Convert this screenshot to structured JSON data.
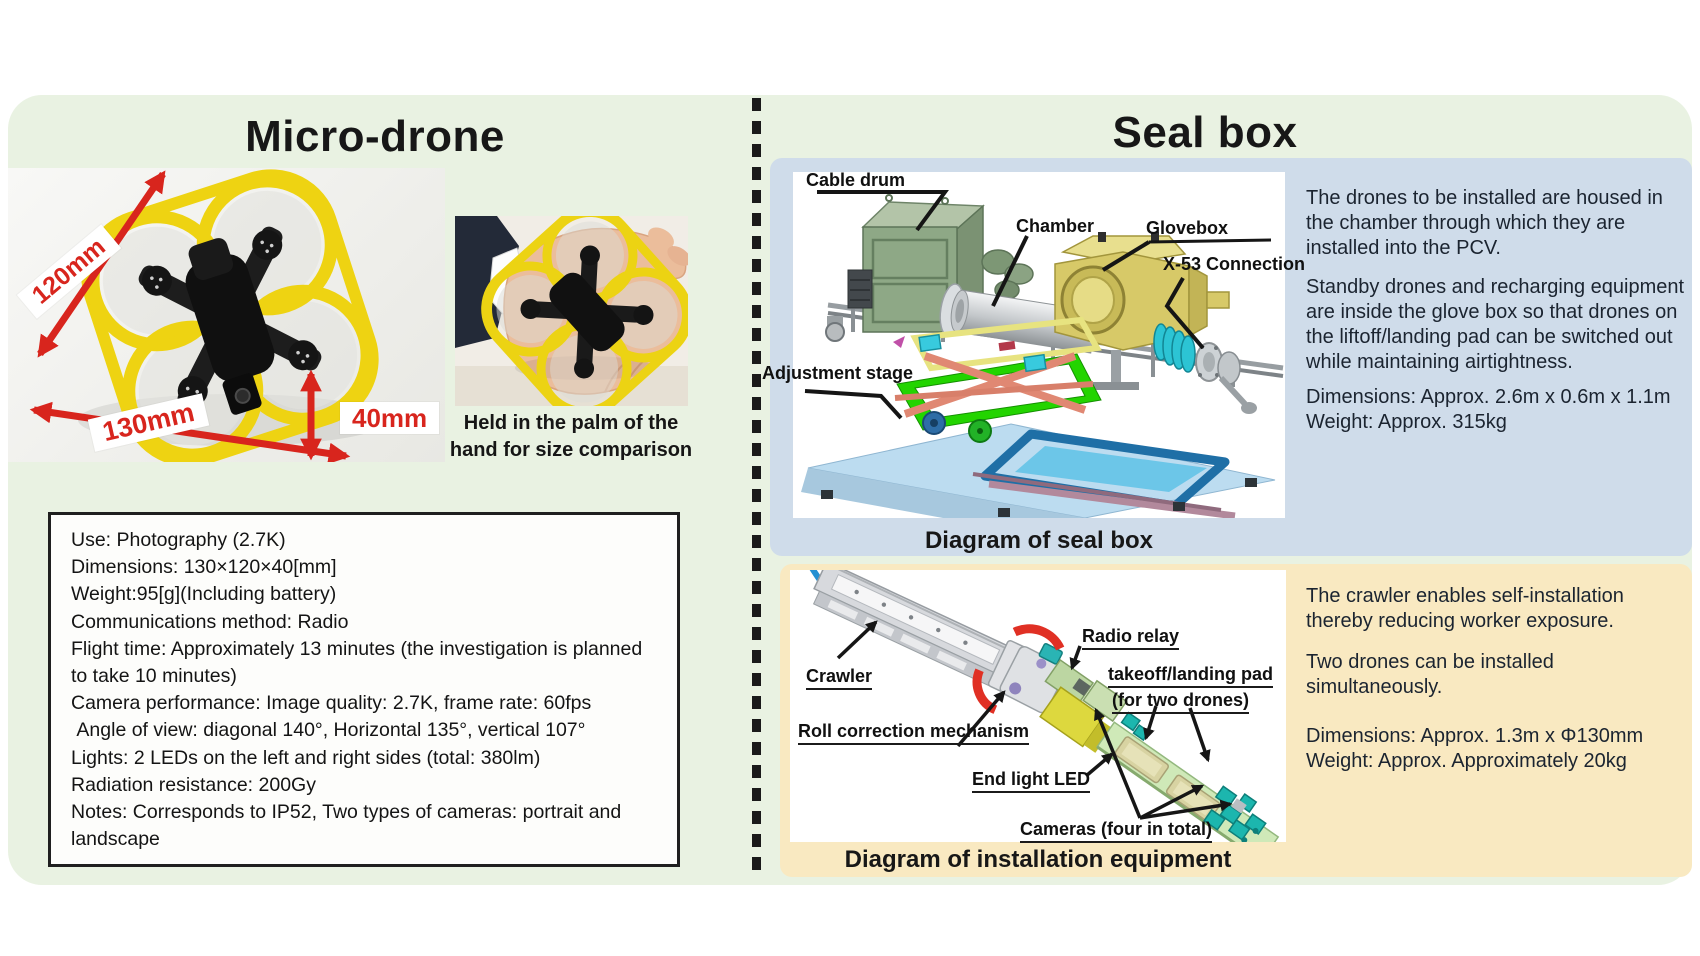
{
  "micro_drone": {
    "title": "Micro-drone",
    "dim_width_label": "120mm",
    "dim_length_label": "130mm",
    "dim_height_label": "40mm",
    "palm_caption_line1": "Held in the palm of the",
    "palm_caption_line2": "hand for size comparison",
    "specs": [
      "Use: Photography (2.7K)",
      "Dimensions: 130×120×40[mm]",
      "Weight:95[g](Including battery)",
      "Communications method: Radio",
      "Flight time: Approximately 13 minutes (the investigation is planned to take 10 minutes)",
      "Camera performance: Image quality: 2.7K, frame rate: 60fps",
      " Angle of view: diagonal 140°, Horizontal 135°, vertical 107°",
      "Lights: 2 LEDs on the left and right sides (total: 380lm)",
      "Radiation resistance: 200Gy",
      "Notes: Corresponds to IP52, Two types of cameras: portrait and landscape"
    ]
  },
  "seal_box": {
    "title": "Seal box",
    "labels": {
      "cable_drum": "Cable drum",
      "chamber": "Chamber",
      "glovebox": "Glovebox",
      "x53_connection": "X-53 Connection",
      "adjustment_stage": "Adjustment stage"
    },
    "caption": "Diagram of seal box",
    "para1": "The drones to be installed are housed in the chamber through which they are installed into the PCV.",
    "para2": "Standby drones and recharging equipment are inside the glove box so that drones on the liftoff/landing pad can be switched out while maintaining airtightness.",
    "dimensions": "Dimensions: Approx. 2.6m x 0.6m x 1.1m",
    "weight": "Weight: Approx. 315kg"
  },
  "installation": {
    "labels": {
      "crawler": "Crawler",
      "roll_correction": "Roll correction mechanism",
      "radio_relay": "Radio relay",
      "pad_line1": "takeoff/landing pad",
      "pad_line2": "(for two drones)",
      "end_light": "End light LED",
      "cameras": "Cameras (four in total)"
    },
    "caption": "Diagram of installation equipment",
    "para1": "The crawler enables self-installation thereby reducing worker exposure.",
    "para2": "Two drones can be installed simultaneously.",
    "dimensions": "Dimensions: Approx. 1.3m x Φ130mm",
    "weight": "Weight: Approx. Approximately 20kg"
  },
  "colors": {
    "slide_bg": "#e9f2e2",
    "seal_panel_bg": "#cfdcea",
    "install_panel_bg": "#f9e9c1",
    "dimension_red": "#d8251d",
    "text_dark": "#171717",
    "panel_text": "#1b2430"
  }
}
